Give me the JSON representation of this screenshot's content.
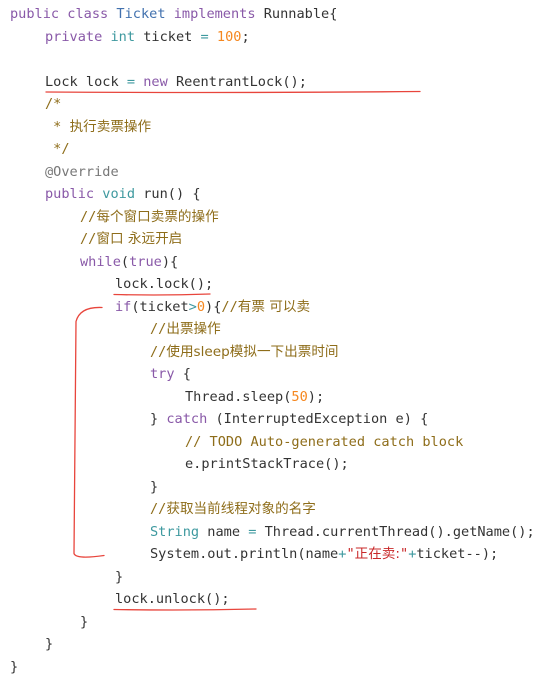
{
  "colors": {
    "keyword": "#8959a8",
    "class_name": "#4271ae",
    "type": "#3e999f",
    "string": "#c82829",
    "number": "#f5871f",
    "comment": "#8e6d1a",
    "plain": "#333333",
    "annotation_marks": "#e8453c"
  },
  "code": {
    "lines": [
      {
        "indent": 0,
        "tokens": [
          [
            "kw",
            "public"
          ],
          [
            "pl",
            " "
          ],
          [
            "kw",
            "class"
          ],
          [
            "pl",
            " "
          ],
          [
            "cls",
            "Ticket"
          ],
          [
            "pl",
            " "
          ],
          [
            "kw",
            "implements"
          ],
          [
            "pl",
            " Runnable{"
          ]
        ]
      },
      {
        "indent": 1,
        "tokens": [
          [
            "kw",
            "private"
          ],
          [
            "pl",
            " "
          ],
          [
            "type",
            "int"
          ],
          [
            "pl",
            " ticket "
          ],
          [
            "op",
            "="
          ],
          [
            "pl",
            " "
          ],
          [
            "num",
            "100"
          ],
          [
            "pl",
            ";"
          ]
        ]
      },
      {
        "indent": 0,
        "tokens": []
      },
      {
        "indent": 1,
        "tokens": [
          [
            "pl",
            "Lock lock "
          ],
          [
            "op",
            "="
          ],
          [
            "pl",
            " "
          ],
          [
            "kw",
            "new"
          ],
          [
            "pl",
            " ReentrantLock();"
          ]
        ]
      },
      {
        "indent": 1,
        "tokens": [
          [
            "com",
            "/*"
          ]
        ]
      },
      {
        "indent": 1,
        "tokens": [
          [
            "com",
            " * "
          ],
          [
            "comcjk",
            "执行卖票操作"
          ]
        ]
      },
      {
        "indent": 1,
        "tokens": [
          [
            "com",
            " */"
          ]
        ]
      },
      {
        "indent": 1,
        "tokens": [
          [
            "ann",
            "@Override"
          ]
        ]
      },
      {
        "indent": 1,
        "tokens": [
          [
            "kw",
            "public"
          ],
          [
            "pl",
            " "
          ],
          [
            "type",
            "void"
          ],
          [
            "pl",
            " run() {"
          ]
        ]
      },
      {
        "indent": 2,
        "tokens": [
          [
            "com",
            "//"
          ],
          [
            "comcjk",
            "每个窗口卖票的操作"
          ]
        ]
      },
      {
        "indent": 2,
        "tokens": [
          [
            "com",
            "//"
          ],
          [
            "comcjk",
            "窗口 永远开启"
          ]
        ]
      },
      {
        "indent": 2,
        "tokens": [
          [
            "kw",
            "while"
          ],
          [
            "pl",
            "("
          ],
          [
            "kw",
            "true"
          ],
          [
            "pl",
            "){"
          ]
        ]
      },
      {
        "indent": 3,
        "tokens": [
          [
            "pl",
            "lock.lock();"
          ]
        ]
      },
      {
        "indent": 3,
        "tokens": [
          [
            "kw",
            "if"
          ],
          [
            "pl",
            "(ticket"
          ],
          [
            "op",
            ">"
          ],
          [
            "num",
            "0"
          ],
          [
            "pl",
            "){"
          ],
          [
            "com",
            "//"
          ],
          [
            "comcjk",
            "有票 可以卖"
          ]
        ]
      },
      {
        "indent": 4,
        "tokens": [
          [
            "com",
            "//"
          ],
          [
            "comcjk",
            "出票操作"
          ]
        ]
      },
      {
        "indent": 4,
        "tokens": [
          [
            "com",
            "//"
          ],
          [
            "comcjk",
            "使用sleep模拟一下出票时间"
          ]
        ]
      },
      {
        "indent": 4,
        "tokens": [
          [
            "kw",
            "try"
          ],
          [
            "pl",
            " {"
          ]
        ]
      },
      {
        "indent": 5,
        "tokens": [
          [
            "pl",
            "Thread.sleep("
          ],
          [
            "num",
            "50"
          ],
          [
            "pl",
            ");"
          ]
        ]
      },
      {
        "indent": 4,
        "tokens": [
          [
            "pl",
            "} "
          ],
          [
            "kw",
            "catch"
          ],
          [
            "pl",
            " (InterruptedException e) {"
          ]
        ]
      },
      {
        "indent": 5,
        "tokens": [
          [
            "com",
            "// TODO Auto-generated catch block"
          ]
        ]
      },
      {
        "indent": 5,
        "tokens": [
          [
            "pl",
            "e.printStackTrace();"
          ]
        ]
      },
      {
        "indent": 4,
        "tokens": [
          [
            "pl",
            "}"
          ]
        ]
      },
      {
        "indent": 4,
        "tokens": [
          [
            "com",
            "//"
          ],
          [
            "comcjk",
            "获取当前线程对象的名字"
          ]
        ]
      },
      {
        "indent": 4,
        "tokens": [
          [
            "type",
            "String"
          ],
          [
            "pl",
            " name "
          ],
          [
            "op",
            "="
          ],
          [
            "pl",
            " Thread.currentThread().getName();"
          ]
        ]
      },
      {
        "indent": 4,
        "tokens": [
          [
            "pl",
            "System.out.println(name"
          ],
          [
            "op",
            "+"
          ],
          [
            "str",
            "\""
          ],
          [
            "strcjk",
            "正在卖:"
          ],
          [
            "str",
            "\""
          ],
          [
            "op",
            "+"
          ],
          [
            "pl",
            "ticket--);"
          ]
        ]
      },
      {
        "indent": 3,
        "tokens": [
          [
            "pl",
            "}"
          ]
        ]
      },
      {
        "indent": 3,
        "tokens": [
          [
            "pl",
            "lock.unlock();"
          ]
        ]
      },
      {
        "indent": 2,
        "tokens": [
          [
            "pl",
            "}"
          ]
        ]
      },
      {
        "indent": 1,
        "tokens": [
          [
            "pl",
            "}"
          ]
        ]
      },
      {
        "indent": 0,
        "tokens": [
          [
            "pl",
            "}"
          ]
        ]
      }
    ]
  },
  "annotations": [
    {
      "kind": "underline",
      "target_line": 3,
      "label": "lock-declaration-underline"
    },
    {
      "kind": "underline",
      "target_line": 12,
      "label": "lock-call-underline"
    },
    {
      "kind": "bracket",
      "from_line": 13,
      "to_line": 24,
      "label": "critical-section-bracket"
    },
    {
      "kind": "underline",
      "target_line": 26,
      "label": "unlock-call-underline"
    }
  ]
}
